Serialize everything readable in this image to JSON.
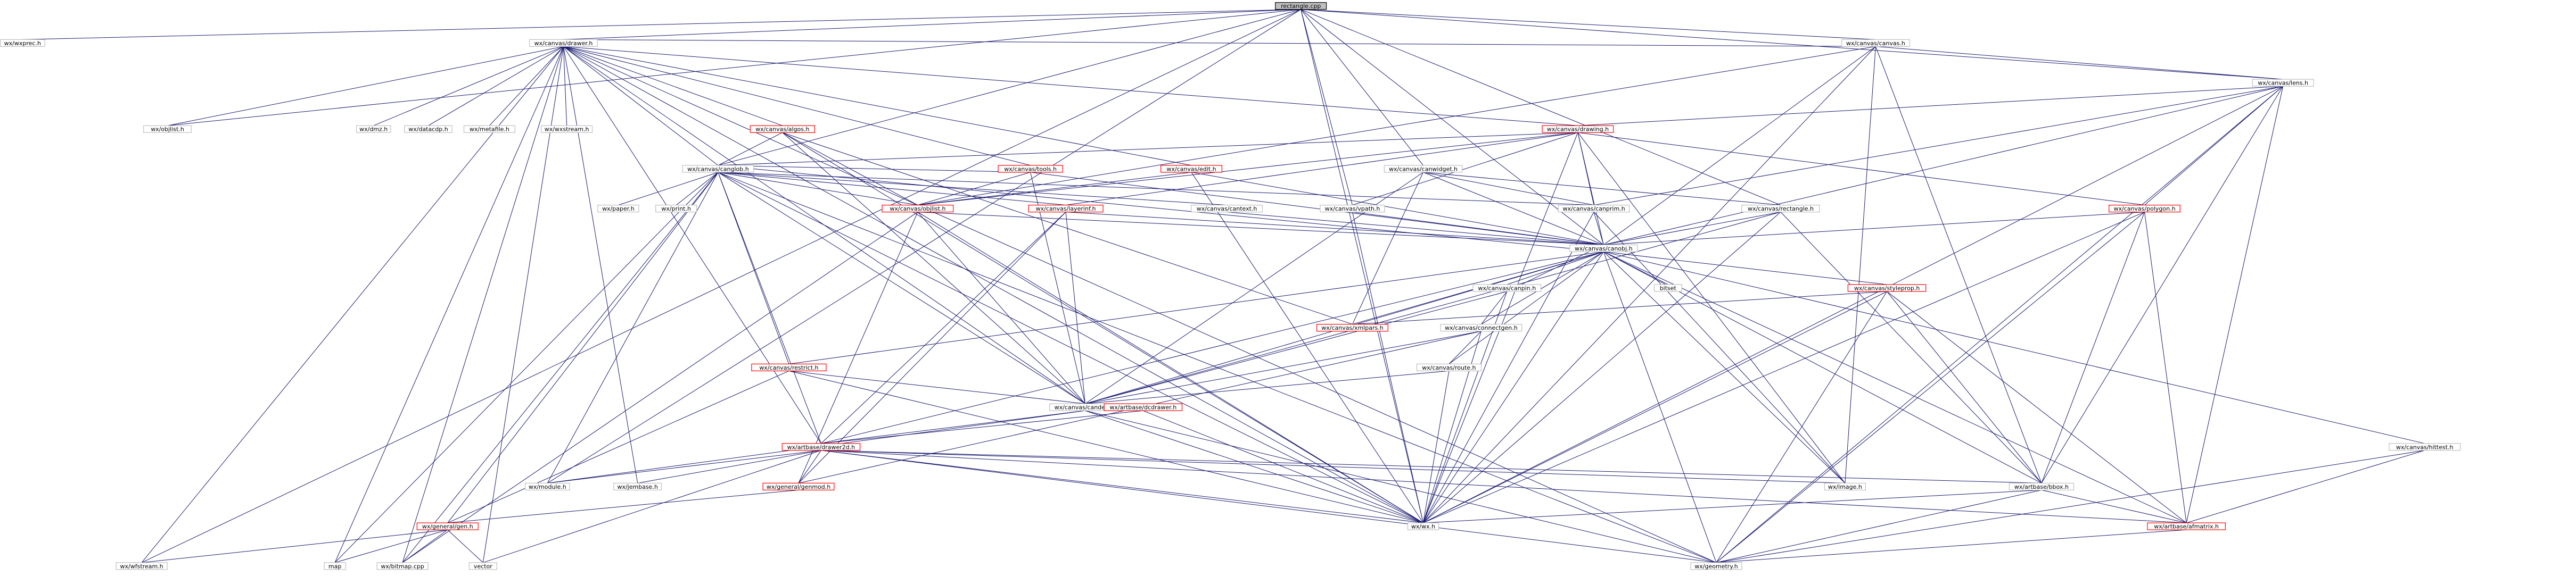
{
  "diagram": {
    "nodes": [
      {
        "id": "root",
        "label": "rectangle.cpp",
        "style": "root"
      },
      {
        "id": "wxprec",
        "label": "wx/wxprec.h"
      },
      {
        "id": "drawer",
        "label": "wx/canvas/drawer.h"
      },
      {
        "id": "canvas",
        "label": "wx/canvas/canvas.h"
      },
      {
        "id": "lens",
        "label": "wx/canvas/lens.h"
      },
      {
        "id": "objlist",
        "label": "wx/objlist.h"
      },
      {
        "id": "dmz",
        "label": "wx/dmz.h"
      },
      {
        "id": "datacdp",
        "label": "wx/datacdp.h"
      },
      {
        "id": "metafile",
        "label": "wx/metafile.h"
      },
      {
        "id": "wxstream",
        "label": "wx/wxstream.h"
      },
      {
        "id": "algos",
        "label": "wx/canvas/algos.h",
        "style": "red"
      },
      {
        "id": "tools",
        "label": "wx/canvas/tools.h",
        "style": "red"
      },
      {
        "id": "edit",
        "label": "wx/canvas/edit.h",
        "style": "red"
      },
      {
        "id": "drawing",
        "label": "wx/canvas/drawing.h",
        "style": "red"
      },
      {
        "id": "canglob",
        "label": "wx/canvas/canglob.h"
      },
      {
        "id": "objlist2",
        "label": "wx/canvas/objlist.h",
        "style": "red"
      },
      {
        "id": "layerinf",
        "label": "wx/canvas/layerinf.h",
        "style": "red"
      },
      {
        "id": "candgt",
        "label": "wx/canvas/canwidget.h"
      },
      {
        "id": "candoc",
        "label": "wx/canvas/cantext.h"
      },
      {
        "id": "canprim",
        "label": "wx/canvas/canprim.h"
      },
      {
        "id": "rectangle",
        "label": "wx/canvas/rectangle.h"
      },
      {
        "id": "polygon",
        "label": "wx/canvas/polygon.h",
        "style": "red"
      },
      {
        "id": "vpath",
        "label": "wx/canvas/vpath.h"
      },
      {
        "id": "canobj",
        "label": "wx/canvas/canobj.h"
      },
      {
        "id": "wxpaper",
        "label": "wx/paper.h"
      },
      {
        "id": "wxprint",
        "label": "wx/print.h"
      },
      {
        "id": "bitset",
        "label": "bitset"
      },
      {
        "id": "canpin",
        "label": "wx/canvas/canpin.h"
      },
      {
        "id": "styleprop",
        "label": "wx/canvas/styleprop.h",
        "style": "red"
      },
      {
        "id": "xmlpars",
        "label": "wx/canvas/xmlpars.h",
        "style": "red"
      },
      {
        "id": "connectgen",
        "label": "wx/canvas/connectgen.h"
      },
      {
        "id": "restrict",
        "label": "wx/canvas/restrict.h",
        "style": "red"
      },
      {
        "id": "routetools",
        "label": "wx/canvas/route.h"
      },
      {
        "id": "candefs",
        "label": "wx/canvas/candefs.h"
      },
      {
        "id": "dcdrawer",
        "label": "wx/artbase/dcdrawer.h",
        "style": "red"
      },
      {
        "id": "drawer2d",
        "label": "wx/artbase/drawer2d.h",
        "style": "red"
      },
      {
        "id": "hittest",
        "label": "wx/canvas/hittest.h"
      },
      {
        "id": "module",
        "label": "wx/module.h"
      },
      {
        "id": "jembase",
        "label": "wx/jembase.h"
      },
      {
        "id": "genmod",
        "label": "wx/general/genmod.h",
        "style": "red"
      },
      {
        "id": "image",
        "label": "wx/image.h"
      },
      {
        "id": "bbox",
        "label": "wx/artbase/bbox.h"
      },
      {
        "id": "gen",
        "label": "wx/general/gen.h",
        "style": "red"
      },
      {
        "id": "wxh",
        "label": "wx/wx.h"
      },
      {
        "id": "afmatrix",
        "label": "wx/artbase/afmatrix.h",
        "style": "red"
      },
      {
        "id": "wxfstream",
        "label": "wx/wfstream.h"
      },
      {
        "id": "map",
        "label": "map"
      },
      {
        "id": "bitmap",
        "label": "wx/bitmap.cpp"
      },
      {
        "id": "vector",
        "label": "vector"
      },
      {
        "id": "geometry",
        "label": "wx/geometry.h"
      }
    ],
    "edges": [
      [
        "root",
        "wxprec"
      ],
      [
        "root",
        "drawer"
      ],
      [
        "root",
        "canvas"
      ],
      [
        "root",
        "lens"
      ],
      [
        "root",
        "canglob"
      ],
      [
        "root",
        "objlist"
      ],
      [
        "root",
        "candgt"
      ],
      [
        "root",
        "vpath"
      ],
      [
        "root",
        "canobj"
      ],
      [
        "root",
        "rectangle"
      ],
      [
        "root",
        "wxh"
      ],
      [
        "root",
        "module"
      ],
      [
        "root",
        "wxfstream"
      ],
      [
        "canvas",
        "drawer"
      ],
      [
        "canvas",
        "lens"
      ],
      [
        "canvas",
        "canobj"
      ],
      [
        "canvas",
        "wxh"
      ],
      [
        "canvas",
        "bbox"
      ],
      [
        "canvas",
        "image"
      ],
      [
        "canvas",
        "objlist2"
      ],
      [
        "lens",
        "drawing"
      ],
      [
        "lens",
        "polygon"
      ],
      [
        "lens",
        "canobj"
      ],
      [
        "lens",
        "canprim"
      ],
      [
        "lens",
        "wxh"
      ],
      [
        "lens",
        "bbox"
      ],
      [
        "lens",
        "afmatrix"
      ],
      [
        "lens",
        "geometry"
      ],
      [
        "drawer",
        "objlist"
      ],
      [
        "drawer",
        "dmz"
      ],
      [
        "drawer",
        "datacdp"
      ],
      [
        "drawer",
        "metafile"
      ],
      [
        "drawer",
        "wxstream"
      ],
      [
        "drawer",
        "algos"
      ],
      [
        "drawer",
        "tools"
      ],
      [
        "drawer",
        "edit"
      ],
      [
        "drawer",
        "drawing"
      ],
      [
        "drawer",
        "canglob"
      ],
      [
        "drawer",
        "wxfstream"
      ],
      [
        "drawer",
        "map"
      ],
      [
        "drawer",
        "bitmap"
      ],
      [
        "drawer",
        "vector"
      ],
      [
        "drawer",
        "drawer2d"
      ],
      [
        "drawer",
        "jembase"
      ],
      [
        "drawer",
        "wxh"
      ],
      [
        "drawer",
        "geometry"
      ],
      [
        "drawer",
        "candefs"
      ],
      [
        "algos",
        "canglob"
      ],
      [
        "algos",
        "objlist2"
      ],
      [
        "algos",
        "candefs"
      ],
      [
        "algos",
        "wxh"
      ],
      [
        "algos",
        "xmlpars"
      ],
      [
        "tools",
        "canglob"
      ],
      [
        "tools",
        "objlist2"
      ],
      [
        "tools",
        "candefs"
      ],
      [
        "tools",
        "canobj"
      ],
      [
        "edit",
        "objlist2"
      ],
      [
        "edit",
        "canobj"
      ],
      [
        "edit",
        "wxh"
      ],
      [
        "drawing",
        "canglob"
      ],
      [
        "drawing",
        "objlist2"
      ],
      [
        "drawing",
        "layerinf"
      ],
      [
        "drawing",
        "canprim"
      ],
      [
        "drawing",
        "vpath"
      ],
      [
        "drawing",
        "canobj"
      ],
      [
        "drawing",
        "polygon"
      ],
      [
        "drawing",
        "image"
      ],
      [
        "drawing",
        "wxh"
      ],
      [
        "canglob",
        "wxpaper"
      ],
      [
        "canglob",
        "wxprint"
      ],
      [
        "canglob",
        "objlist2"
      ],
      [
        "canglob",
        "layerinf"
      ],
      [
        "canglob",
        "candoc"
      ],
      [
        "canglob",
        "canprim"
      ],
      [
        "canglob",
        "candefs"
      ],
      [
        "canglob",
        "restrict"
      ],
      [
        "canglob",
        "gen"
      ],
      [
        "canglob",
        "module"
      ],
      [
        "canglob",
        "drawer2d"
      ],
      [
        "canglob",
        "map"
      ],
      [
        "canglob",
        "bitmap"
      ],
      [
        "canglob",
        "wxh"
      ],
      [
        "canglob",
        "geometry"
      ],
      [
        "objlist2",
        "canobj"
      ],
      [
        "objlist2",
        "candefs"
      ],
      [
        "objlist2",
        "wxh"
      ],
      [
        "objlist2",
        "bitmap"
      ],
      [
        "objlist2",
        "genmod"
      ],
      [
        "layerinf",
        "canobj"
      ],
      [
        "layerinf",
        "candefs"
      ],
      [
        "layerinf",
        "drawer2d"
      ],
      [
        "layerinf",
        "genmod"
      ],
      [
        "candgt",
        "canprim"
      ],
      [
        "candgt",
        "rectangle"
      ],
      [
        "candgt",
        "canobj"
      ],
      [
        "candgt",
        "candefs"
      ],
      [
        "candgt",
        "xmlpars"
      ],
      [
        "candoc",
        "canobj"
      ],
      [
        "canprim",
        "canobj"
      ],
      [
        "canprim",
        "wxh"
      ],
      [
        "canprim",
        "image"
      ],
      [
        "rectangle",
        "canobj"
      ],
      [
        "rectangle",
        "wxh"
      ],
      [
        "rectangle",
        "bbox"
      ],
      [
        "rectangle",
        "candefs"
      ],
      [
        "polygon",
        "canobj"
      ],
      [
        "polygon",
        "bbox"
      ],
      [
        "polygon",
        "afmatrix"
      ],
      [
        "polygon",
        "geometry"
      ],
      [
        "polygon",
        "wxh"
      ],
      [
        "vpath",
        "canobj"
      ],
      [
        "vpath",
        "wxh"
      ],
      [
        "canobj",
        "bitset"
      ],
      [
        "canobj",
        "canpin"
      ],
      [
        "canobj",
        "styleprop"
      ],
      [
        "canobj",
        "xmlpars"
      ],
      [
        "canobj",
        "connectgen"
      ],
      [
        "canobj",
        "restrict"
      ],
      [
        "canobj",
        "routetools"
      ],
      [
        "canobj",
        "candefs"
      ],
      [
        "canobj",
        "hittest"
      ],
      [
        "canobj",
        "image"
      ],
      [
        "canobj",
        "bbox"
      ],
      [
        "canobj",
        "afmatrix"
      ],
      [
        "canobj",
        "geometry"
      ],
      [
        "canobj",
        "wxh"
      ],
      [
        "canobj",
        "drawer2d"
      ],
      [
        "canobj",
        "canglob"
      ],
      [
        "canpin",
        "connectgen"
      ],
      [
        "canpin",
        "canobj"
      ],
      [
        "canpin",
        "wxh"
      ],
      [
        "canpin",
        "candefs"
      ],
      [
        "styleprop",
        "xmlpars"
      ],
      [
        "styleprop",
        "wxh"
      ],
      [
        "styleprop",
        "bbox"
      ],
      [
        "styleprop",
        "afmatrix"
      ],
      [
        "styleprop",
        "geometry"
      ],
      [
        "connectgen",
        "routetools"
      ],
      [
        "connectgen",
        "candefs"
      ],
      [
        "connectgen",
        "wxh"
      ],
      [
        "connectgen",
        "genmod"
      ],
      [
        "routetools",
        "candefs"
      ],
      [
        "routetools",
        "wxh"
      ],
      [
        "restrict",
        "candefs"
      ],
      [
        "restrict",
        "gen"
      ],
      [
        "restrict",
        "wxh"
      ],
      [
        "candefs",
        "drawer2d"
      ],
      [
        "candefs",
        "wxh"
      ],
      [
        "candefs",
        "geometry"
      ],
      [
        "candefs",
        "module"
      ],
      [
        "dcdrawer",
        "drawer2d"
      ],
      [
        "dcdrawer",
        "wxh"
      ],
      [
        "drawer2d",
        "module"
      ],
      [
        "drawer2d",
        "jembase"
      ],
      [
        "drawer2d",
        "genmod"
      ],
      [
        "drawer2d",
        "image"
      ],
      [
        "drawer2d",
        "bbox"
      ],
      [
        "drawer2d",
        "wxh"
      ],
      [
        "drawer2d",
        "afmatrix"
      ],
      [
        "drawer2d",
        "vector"
      ],
      [
        "drawer2d",
        "geometry"
      ],
      [
        "genmod",
        "gen"
      ],
      [
        "gen",
        "wxfstream"
      ],
      [
        "gen",
        "map"
      ],
      [
        "gen",
        "bitmap"
      ],
      [
        "gen",
        "vector"
      ],
      [
        "bbox",
        "afmatrix"
      ],
      [
        "bbox",
        "geometry"
      ],
      [
        "bbox",
        "wxh"
      ],
      [
        "afmatrix",
        "geometry"
      ],
      [
        "hittest",
        "geometry"
      ],
      [
        "hittest",
        "afmatrix"
      ]
    ]
  }
}
